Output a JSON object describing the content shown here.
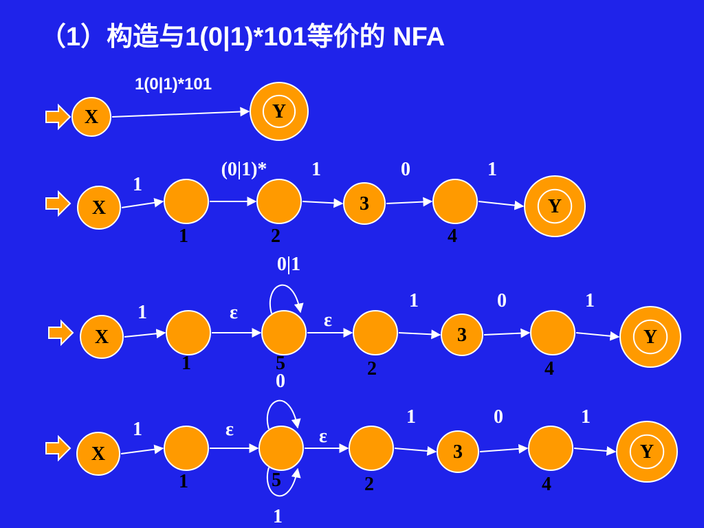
{
  "title": "（1）构造与1(0|1)*101等价的 NFA",
  "colors": {
    "background": "#1f23ea",
    "state_fill": "#ff9a00",
    "state_stroke": "#ffffff",
    "arrow": "#ffffff"
  },
  "rows": [
    {
      "states": [
        {
          "id": "X",
          "label": "X",
          "start": true
        },
        {
          "id": "Y",
          "label": "Y",
          "final": true
        }
      ],
      "edges": [
        {
          "from": "X",
          "to": "Y",
          "label": "1(0|1)*101"
        }
      ]
    },
    {
      "states": [
        {
          "id": "X",
          "label": "X",
          "start": true
        },
        {
          "id": "1",
          "below": "1"
        },
        {
          "id": "2",
          "below": "2"
        },
        {
          "id": "3",
          "label": "3"
        },
        {
          "id": "4",
          "below": "4"
        },
        {
          "id": "Y",
          "label": "Y",
          "final": true
        }
      ],
      "edges": [
        {
          "from": "X",
          "to": "1",
          "label": "1"
        },
        {
          "from": "1",
          "to": "2",
          "label": "(0|1)*"
        },
        {
          "from": "2",
          "to": "3",
          "label": "1"
        },
        {
          "from": "3",
          "to": "4",
          "label": "0"
        },
        {
          "from": "4",
          "to": "Y",
          "label": "1"
        }
      ]
    },
    {
      "states": [
        {
          "id": "X",
          "label": "X",
          "start": true
        },
        {
          "id": "1",
          "below": "1"
        },
        {
          "id": "5",
          "below": "5"
        },
        {
          "id": "2",
          "below": "2"
        },
        {
          "id": "3",
          "label": "3"
        },
        {
          "id": "4",
          "below": "4"
        },
        {
          "id": "Y",
          "label": "Y",
          "final": true
        }
      ],
      "edges": [
        {
          "from": "X",
          "to": "1",
          "label": "1"
        },
        {
          "from": "1",
          "to": "5",
          "label": "ε"
        },
        {
          "from": "5",
          "to": "5",
          "label": "0|1"
        },
        {
          "from": "5",
          "to": "2",
          "label": "ε"
        },
        {
          "from": "2",
          "to": "3",
          "label": "1"
        },
        {
          "from": "3",
          "to": "4",
          "label": "0"
        },
        {
          "from": "4",
          "to": "Y",
          "label": "1"
        }
      ]
    },
    {
      "states": [
        {
          "id": "X",
          "label": "X",
          "start": true
        },
        {
          "id": "1",
          "below": "1"
        },
        {
          "id": "5",
          "below": "5"
        },
        {
          "id": "2",
          "below": "2"
        },
        {
          "id": "3",
          "label": "3"
        },
        {
          "id": "4",
          "below": "4"
        },
        {
          "id": "Y",
          "label": "Y",
          "final": true
        }
      ],
      "edges": [
        {
          "from": "X",
          "to": "1",
          "label": "1"
        },
        {
          "from": "1",
          "to": "5",
          "label": "ε"
        },
        {
          "from": "5",
          "to": "5",
          "label": "0"
        },
        {
          "from": "5",
          "to": "5",
          "label": "1"
        },
        {
          "from": "5",
          "to": "2",
          "label": "ε"
        },
        {
          "from": "2",
          "to": "3",
          "label": "1"
        },
        {
          "from": "3",
          "to": "4",
          "label": "0"
        },
        {
          "from": "4",
          "to": "Y",
          "label": "1"
        }
      ]
    }
  ]
}
